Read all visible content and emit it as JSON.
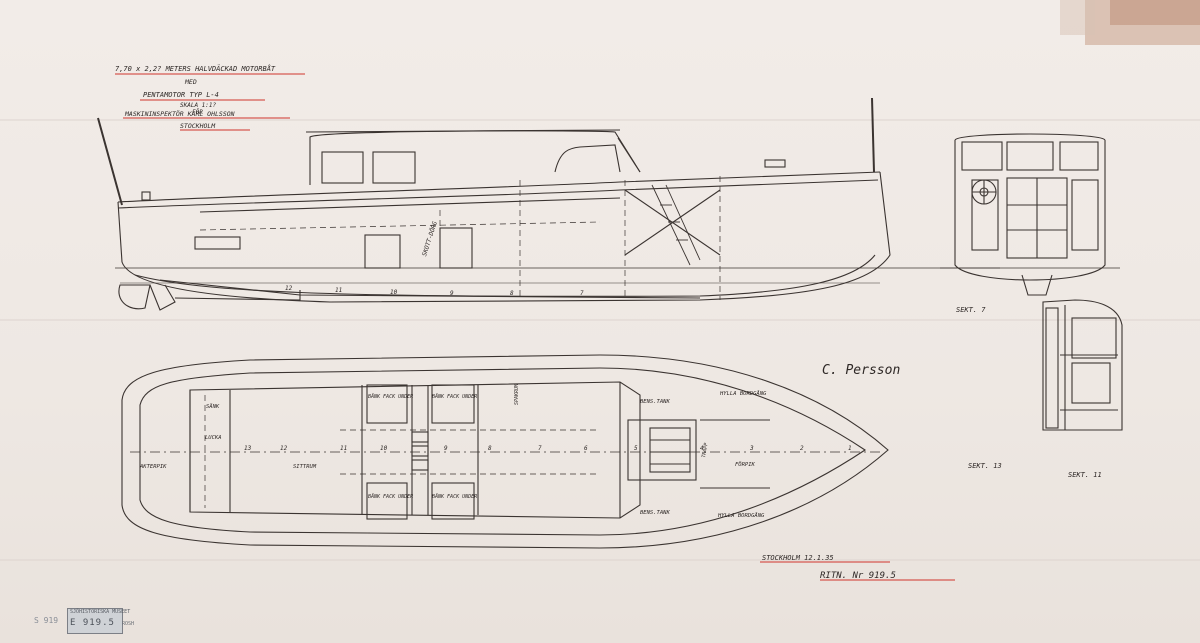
{
  "title_block": {
    "line1": "7,70 x 2,2? METERS HALVDÄCKAD MOTORBÅT",
    "line2": "MED",
    "line3": "PENTAMOTOR TYP L-4",
    "line4": "SKALA 1:1?",
    "line5": "FÖR",
    "line6": "MASKININSPEKTÖR KARL OHLSSON",
    "line7": "STOCKHOLM"
  },
  "profile": {
    "label_skott": "SKOTT-DÖRG"
  },
  "plan": {
    "labels": {
      "sank": "SÄNK",
      "lucka": "LUCKA",
      "akterpik": "AKTERPIK",
      "sittrum": "SITTRUM",
      "bank_tl": "BÄNK FACK UNDER",
      "bank_tr": "BÄNK FACK UNDER",
      "bank_bl": "BÄNK FACK UNDER",
      "bank_br": "BÄNK FACK UNDER",
      "spakrum": "SPAKRUM",
      "bensintank_top": "BENS.TANK",
      "bensintank_bot": "BENS.TANK",
      "trapp": "TRAPP",
      "hylla_top": "HYLLA BORDGÅNG",
      "forpik": "FÖRPIK",
      "hylla_bot": "HYLLA BORDGÅNG"
    },
    "frame_numbers": [
      "13",
      "12",
      "11",
      "10",
      "9",
      "8",
      "7",
      "6",
      "5",
      "4",
      "3",
      "2",
      "1"
    ]
  },
  "sections": {
    "sekt7": "SEKT. 7",
    "sekt13": "SEKT. 13",
    "sekt11": "SEKT. 11"
  },
  "signature": "C. Persson",
  "footer": {
    "date": "STOCKHOLM 12.1.35",
    "drawing_no": "RITN. Nr 919.5"
  },
  "stamp": {
    "line1": "SJÖHISTORISKA MUSEET",
    "line2": "E 919.5",
    "line3": "ROSH"
  },
  "inventory_no": "S 919"
}
